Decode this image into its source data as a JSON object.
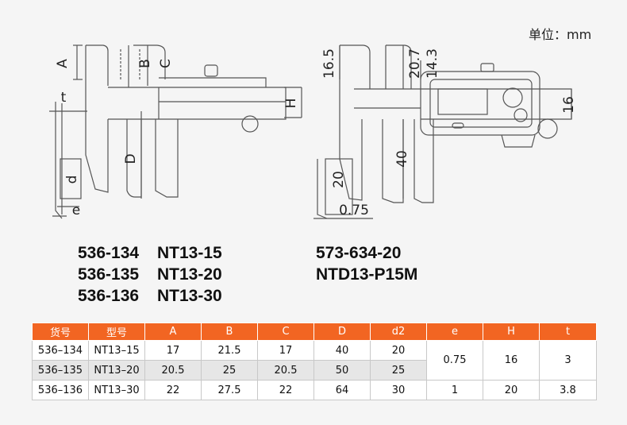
{
  "unit_label": "单位：mm",
  "dimension_labels": {
    "A": "A",
    "B": "B",
    "C": "C",
    "H": "H",
    "D": "D",
    "t": "t",
    "d": "d",
    "e": "e",
    "v165": "16.5",
    "v207": "20.7",
    "v143": "14.3",
    "v16": "16",
    "v40": "40",
    "v20": "20",
    "v075": "0.75"
  },
  "models_left": [
    {
      "code": "536-134",
      "name": "NT13-15"
    },
    {
      "code": "536-135",
      "name": "NT13-20"
    },
    {
      "code": "536-136",
      "name": "NT13-30"
    }
  ],
  "models_right": [
    {
      "text": "573-634-20"
    },
    {
      "text": "NTD13-P15M"
    }
  ],
  "colors": {
    "header": "#f26522",
    "stroke": "#555555",
    "shade": "#e6e6e6"
  },
  "table": {
    "headers": [
      "货号",
      "型号",
      "A",
      "B",
      "C",
      "D",
      "d2",
      "e",
      "H",
      "t"
    ],
    "rows": [
      [
        "536–134",
        "NT13–15",
        "17",
        "21.5",
        "17",
        "40",
        "20"
      ],
      [
        "536–135",
        "NT13–20",
        "20.5",
        "25",
        "20.5",
        "50",
        "25"
      ],
      [
        "536–136",
        "NT13–30",
        "22",
        "27.5",
        "22",
        "64",
        "30"
      ]
    ],
    "merged_e": "0.75",
    "merged_H": "16",
    "merged_t": "3",
    "row3_e": "1",
    "row3_H": "20",
    "row3_t": "3.8"
  }
}
